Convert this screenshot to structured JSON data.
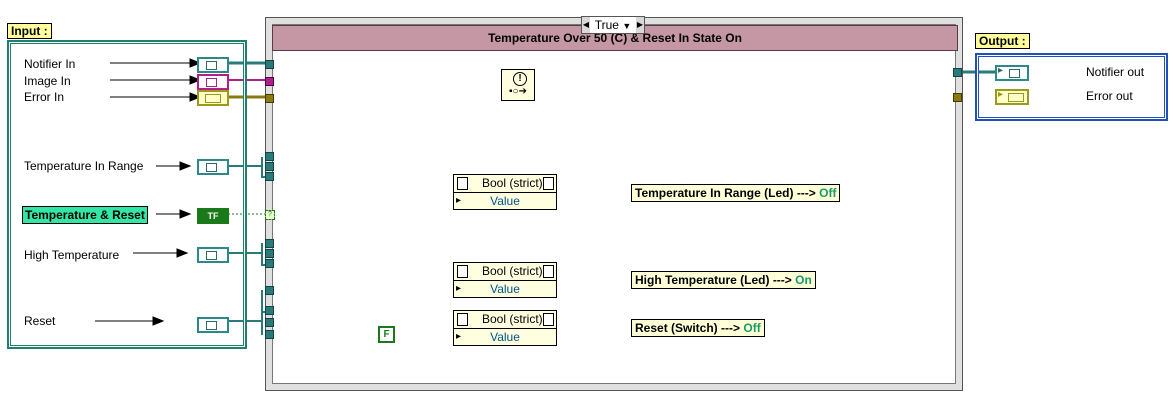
{
  "panels": {
    "input_title": "Input :",
    "output_title": "Output :"
  },
  "inputs": [
    {
      "label": "Notifier In",
      "type": "notifier"
    },
    {
      "label": "Image In",
      "type": "image"
    },
    {
      "label": "Error In",
      "type": "error"
    },
    {
      "label": "Temperature In Range",
      "type": "notifier"
    },
    {
      "label": "Temperature & Reset",
      "type": "boolean",
      "highlight_color": "#33e6a6"
    },
    {
      "label": "High Temperature",
      "type": "notifier"
    },
    {
      "label": "Reset",
      "type": "notifier"
    }
  ],
  "outputs": [
    {
      "label": "Notifier out",
      "type": "notifier"
    },
    {
      "label": "Error out",
      "type": "error"
    }
  ],
  "case_structure": {
    "selector_value": "True",
    "title": "Temperature Over 50 (C) & Reset In State On"
  },
  "tf_constant": "TF",
  "false_constant": "F",
  "bool_nodes": [
    {
      "title": "Bool (strict)",
      "input": "Value"
    },
    {
      "title": "Bool (strict)",
      "input": "Value"
    },
    {
      "title": "Bool (strict)",
      "input": "Value"
    }
  ],
  "results": [
    {
      "name": "Temperature In Range (Led)",
      "arrow": "--->",
      "state": "Off"
    },
    {
      "name": "High Temperature (Led)",
      "arrow": "--->",
      "state": "On"
    },
    {
      "name": "Reset (Switch)",
      "arrow": "--->",
      "state": "Off"
    }
  ],
  "colors": {
    "notifier_wire": "#2a7a7a",
    "error_wire": "#8a7a10",
    "image_wire": "#b0208a",
    "bool_wire": "#1a7a1a",
    "state_text": "#1a9a6a",
    "banner": "#c596a4"
  },
  "icons": {
    "error_node": "warning-icon",
    "not_gate": "not-gate-icon"
  }
}
